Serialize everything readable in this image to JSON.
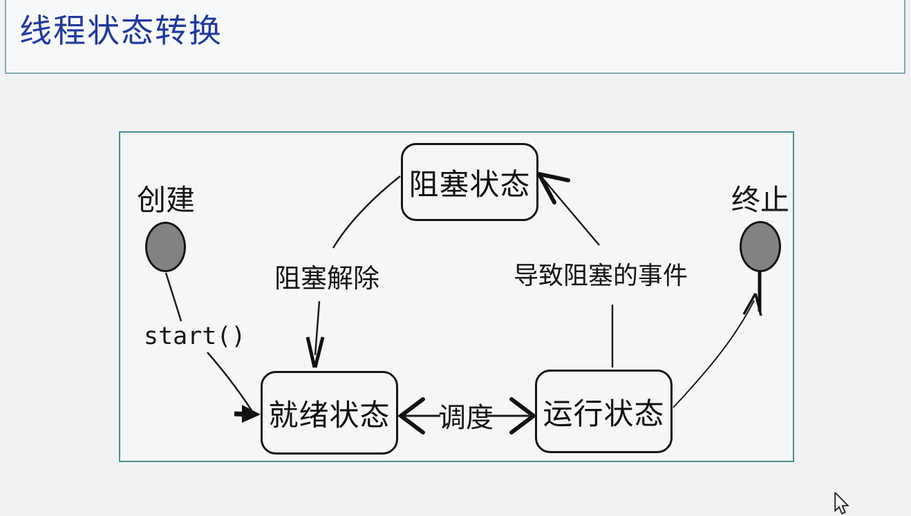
{
  "page": {
    "title": "线程状态转换"
  },
  "diagram": {
    "states": [
      {
        "id": "blocked",
        "label": "阻塞状态"
      },
      {
        "id": "ready",
        "label": "就绪状态"
      },
      {
        "id": "running",
        "label": "运行状态"
      }
    ],
    "endpoints": [
      {
        "id": "created",
        "label": "创建",
        "shape": "filled-circle"
      },
      {
        "id": "terminated",
        "label": "终止",
        "shape": "filled-circle"
      }
    ],
    "transitions": [
      {
        "id": "start",
        "label": "start()",
        "from": "created",
        "to": "ready"
      },
      {
        "id": "unblock",
        "label": "阻塞解除",
        "from": "blocked",
        "to": "ready"
      },
      {
        "id": "blocking-event",
        "label": "导致阻塞的事件",
        "from": "running",
        "to": "blocked"
      },
      {
        "id": "schedule",
        "label": "调度",
        "from": "ready",
        "to": "running",
        "bidirectional": true
      },
      {
        "id": "terminate",
        "label": "",
        "from": "running",
        "to": "terminated"
      }
    ],
    "colors": {
      "title_text": "#21399d",
      "title_border": "#85acb2",
      "panel_border": "#4a8d92",
      "node_border": "#161616",
      "endpoint_fill": "#828282",
      "page_background": "#f1f2f4",
      "panel_background": "#f5f6f6"
    }
  }
}
